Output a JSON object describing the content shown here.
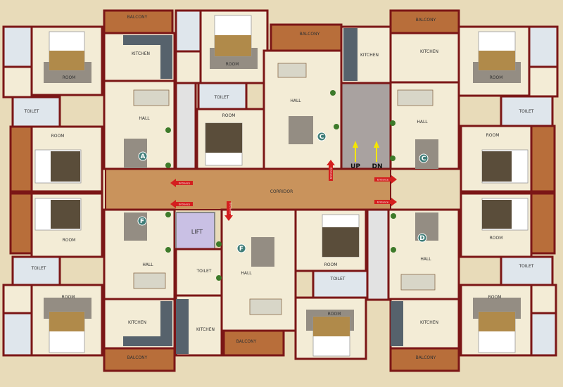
{
  "plan": {
    "corridor": "CORRIDOR",
    "lift": "LIFT",
    "stairs": {
      "up": "UP",
      "down": "DN"
    },
    "exit_sign": "Entrance",
    "units": {
      "a": "A",
      "c": "C",
      "d": "D",
      "f": "F"
    },
    "rooms": {
      "hall": "HALL",
      "room": "ROOM",
      "toilet": "TOILET",
      "kitchen": "KITCHEN",
      "balcony": "BALCONY"
    }
  },
  "colors": {
    "wall": "#7b1616",
    "floor": "#f3ecd6",
    "corridor": "#c9935c",
    "balcony": "#b86e3a",
    "unit_marker": "#3f7d78",
    "exit_arrow": "#d41f1f",
    "stair_arrow": "#f4e600",
    "lift": "#c9c0e4"
  }
}
